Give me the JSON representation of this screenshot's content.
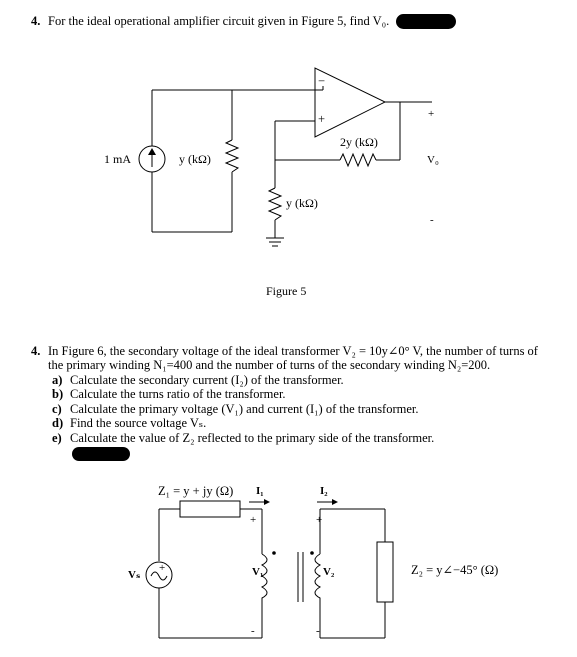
{
  "problem1": {
    "number": "4.",
    "question": "For the ideal operational amplifier circuit given in Figure 5, find V₀.",
    "source_label": "1 mA",
    "r_shunt_label": "y (kΩ)",
    "r_ground_label": "y (kΩ)",
    "r_feedback_label": "2y (kΩ)",
    "plus_sign": "+",
    "minus_sign": "−",
    "out_plus": "+",
    "out_minus": "-",
    "vo_label": "V₀",
    "caption": "Figure 5"
  },
  "problem2": {
    "number": "4.",
    "intro_line1": "In Figure 6, the secondary voltage of the ideal transformer  V₂ = 10y∠0° V, the number of turns of",
    "intro_line2": "the primary winding  N₁=400  and the number of turns of the secondary winding  N₂=200.",
    "items": [
      {
        "letter": "a)",
        "text": "Calculate the secondary current (I₂) of the transformer."
      },
      {
        "letter": "b)",
        "text": "Calculate the turns ratio of the transformer."
      },
      {
        "letter": "c)",
        "text": "Calculate the primary voltage (V₁) and current (I₁) of the transformer."
      },
      {
        "letter": "d)",
        "text": "Find the source voltage Vₛ."
      },
      {
        "letter": "e)",
        "text": "Calculate the value of Z₂ reflected to the primary side of the transformer."
      }
    ],
    "z1_label": "Z₁ = y + jy  (Ω)",
    "i1_label": "I₁",
    "i2_label": "I₂",
    "vs_label": "Vₛ",
    "v1_label": "V₁",
    "v2_label": "V₂",
    "z2_label": "Z₂ = y∠−45°  (Ω)",
    "plus_sign": "+",
    "minus_sign": "-"
  }
}
